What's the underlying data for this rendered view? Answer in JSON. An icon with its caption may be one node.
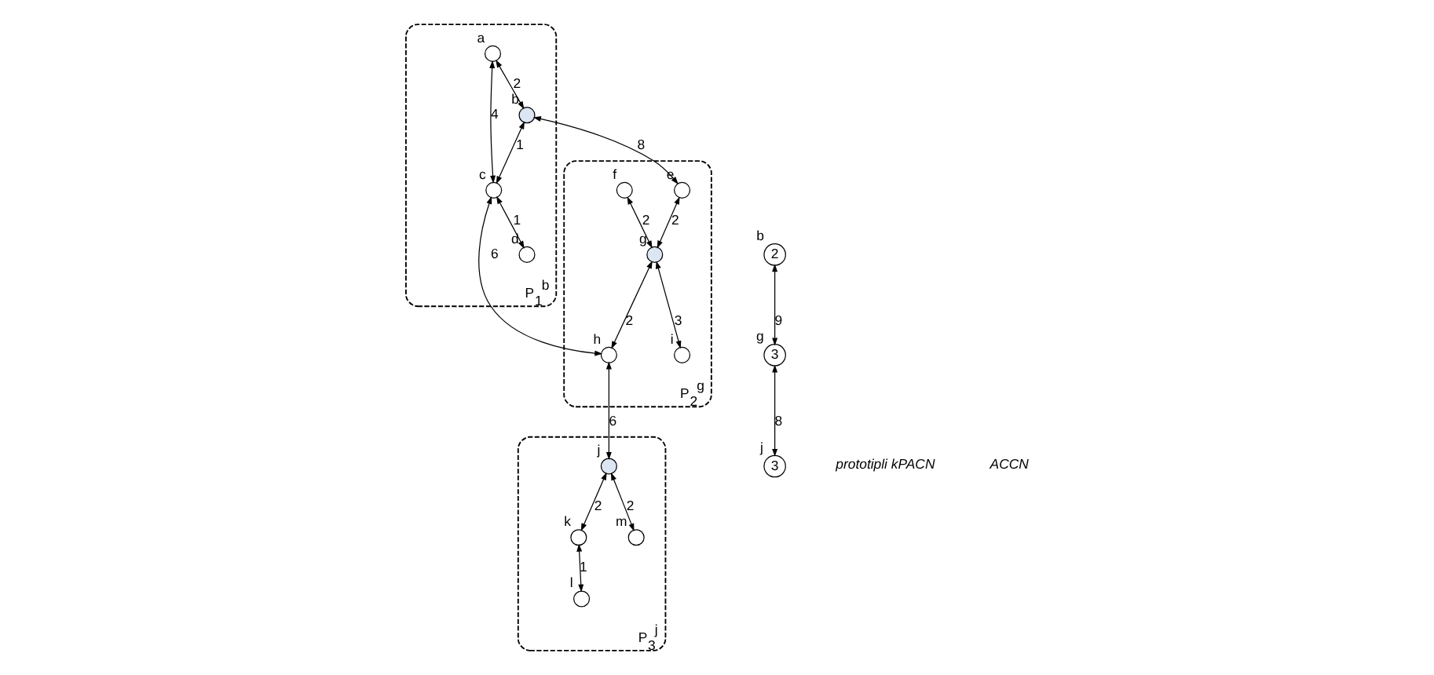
{
  "diagram": {
    "nodes": [
      {
        "text": [
          "P$_{1}$$^{b}$"
        ]
      },
      {
        "text": [],
        "shape": "circle",
        "beside": [
          "a"
        ],
        "in": 0
      },
      {
        "text": [],
        "shape": "circle",
        "beside": [
          "b"
        ],
        "in": 0
      },
      {
        "text": [],
        "shape": "circle",
        "beside": [
          "c"
        ],
        "in": 0
      },
      {
        "text": [],
        "shape": "circle",
        "beside": [
          "d"
        ],
        "in": 0
      },
      {
        "text": [
          "P$_{2}$$^{g}$"
        ]
      },
      {
        "text": [],
        "shape": "circle",
        "beside": [
          "e"
        ],
        "in": 5
      },
      {
        "text": [],
        "shape": "circle",
        "beside": [
          "f"
        ],
        "in": 5
      },
      {
        "text": [],
        "shape": "circle",
        "beside": [
          "g"
        ],
        "in": 5
      },
      {
        "text": [],
        "shape": "circle",
        "beside": [
          "h"
        ],
        "in": 5
      },
      {
        "text": [],
        "shape": "circle",
        "beside": [
          "i"
        ],
        "in": 5
      },
      {
        "text": [
          "P$_{3}$$^{j}$"
        ]
      },
      {
        "text": [],
        "shape": "circle",
        "beside": [
          "j"
        ],
        "in": 11
      },
      {
        "text": [],
        "shape": "circle",
        "beside": [
          "k"
        ],
        "in": 11
      },
      {
        "text": [],
        "shape": "circle",
        "beside": [
          "l"
        ],
        "in": 11
      },
      {
        "text": [],
        "shape": "circle",
        "beside": [
          "m"
        ],
        "in": 11
      },
      {
        "text": [
          "2"
        ],
        "beside": [
          "b"
        ]
      },
      {
        "text": [
          "3"
        ],
        "beside": [
          "g"
        ]
      },
      {
        "text": [
          "3"
        ],
        "beside": [
          "j"
        ]
      }
    ],
    "edges": [
      {
        "from": 1,
        "to": 2,
        "arrow": "both",
        "label": "2"
      },
      {
        "from": 1,
        "to": 3,
        "arrow": "both",
        "label": "4"
      },
      {
        "from": 2,
        "to": 3,
        "arrow": "both",
        "label": "1"
      },
      {
        "from": 3,
        "to": 4,
        "arrow": "both",
        "label": "1"
      },
      {
        "from": 2,
        "to": 6,
        "arrow": "both",
        "label": "8"
      },
      {
        "from": 3,
        "to": 9,
        "arrow": "both",
        "label": "6"
      },
      {
        "from": 6,
        "to": 8,
        "arrow": "both",
        "label": "2"
      },
      {
        "from": 7,
        "to": 8,
        "arrow": "both",
        "label": "2"
      },
      {
        "from": 8,
        "to": 9,
        "arrow": "both",
        "label": "2"
      },
      {
        "from": 8,
        "to": 10,
        "arrow": "both",
        "label": "3"
      },
      {
        "from": 9,
        "to": 12,
        "arrow": "both",
        "label": "6"
      },
      {
        "from": 12,
        "to": 13,
        "arrow": "both",
        "label": "2"
      },
      {
        "from": 12,
        "to": 15,
        "arrow": "both",
        "label": "2"
      },
      {
        "from": 13,
        "to": 14,
        "arrow": "both",
        "label": "1"
      },
      {
        "from": 16,
        "to": 17,
        "arrow": "both",
        "label": "9"
      },
      {
        "from": 17,
        "to": 18,
        "arrow": "both",
        "label": "8"
      }
    ],
    "labels": [
      "prototipli kPACN",
      "ACCN"
    ]
  }
}
